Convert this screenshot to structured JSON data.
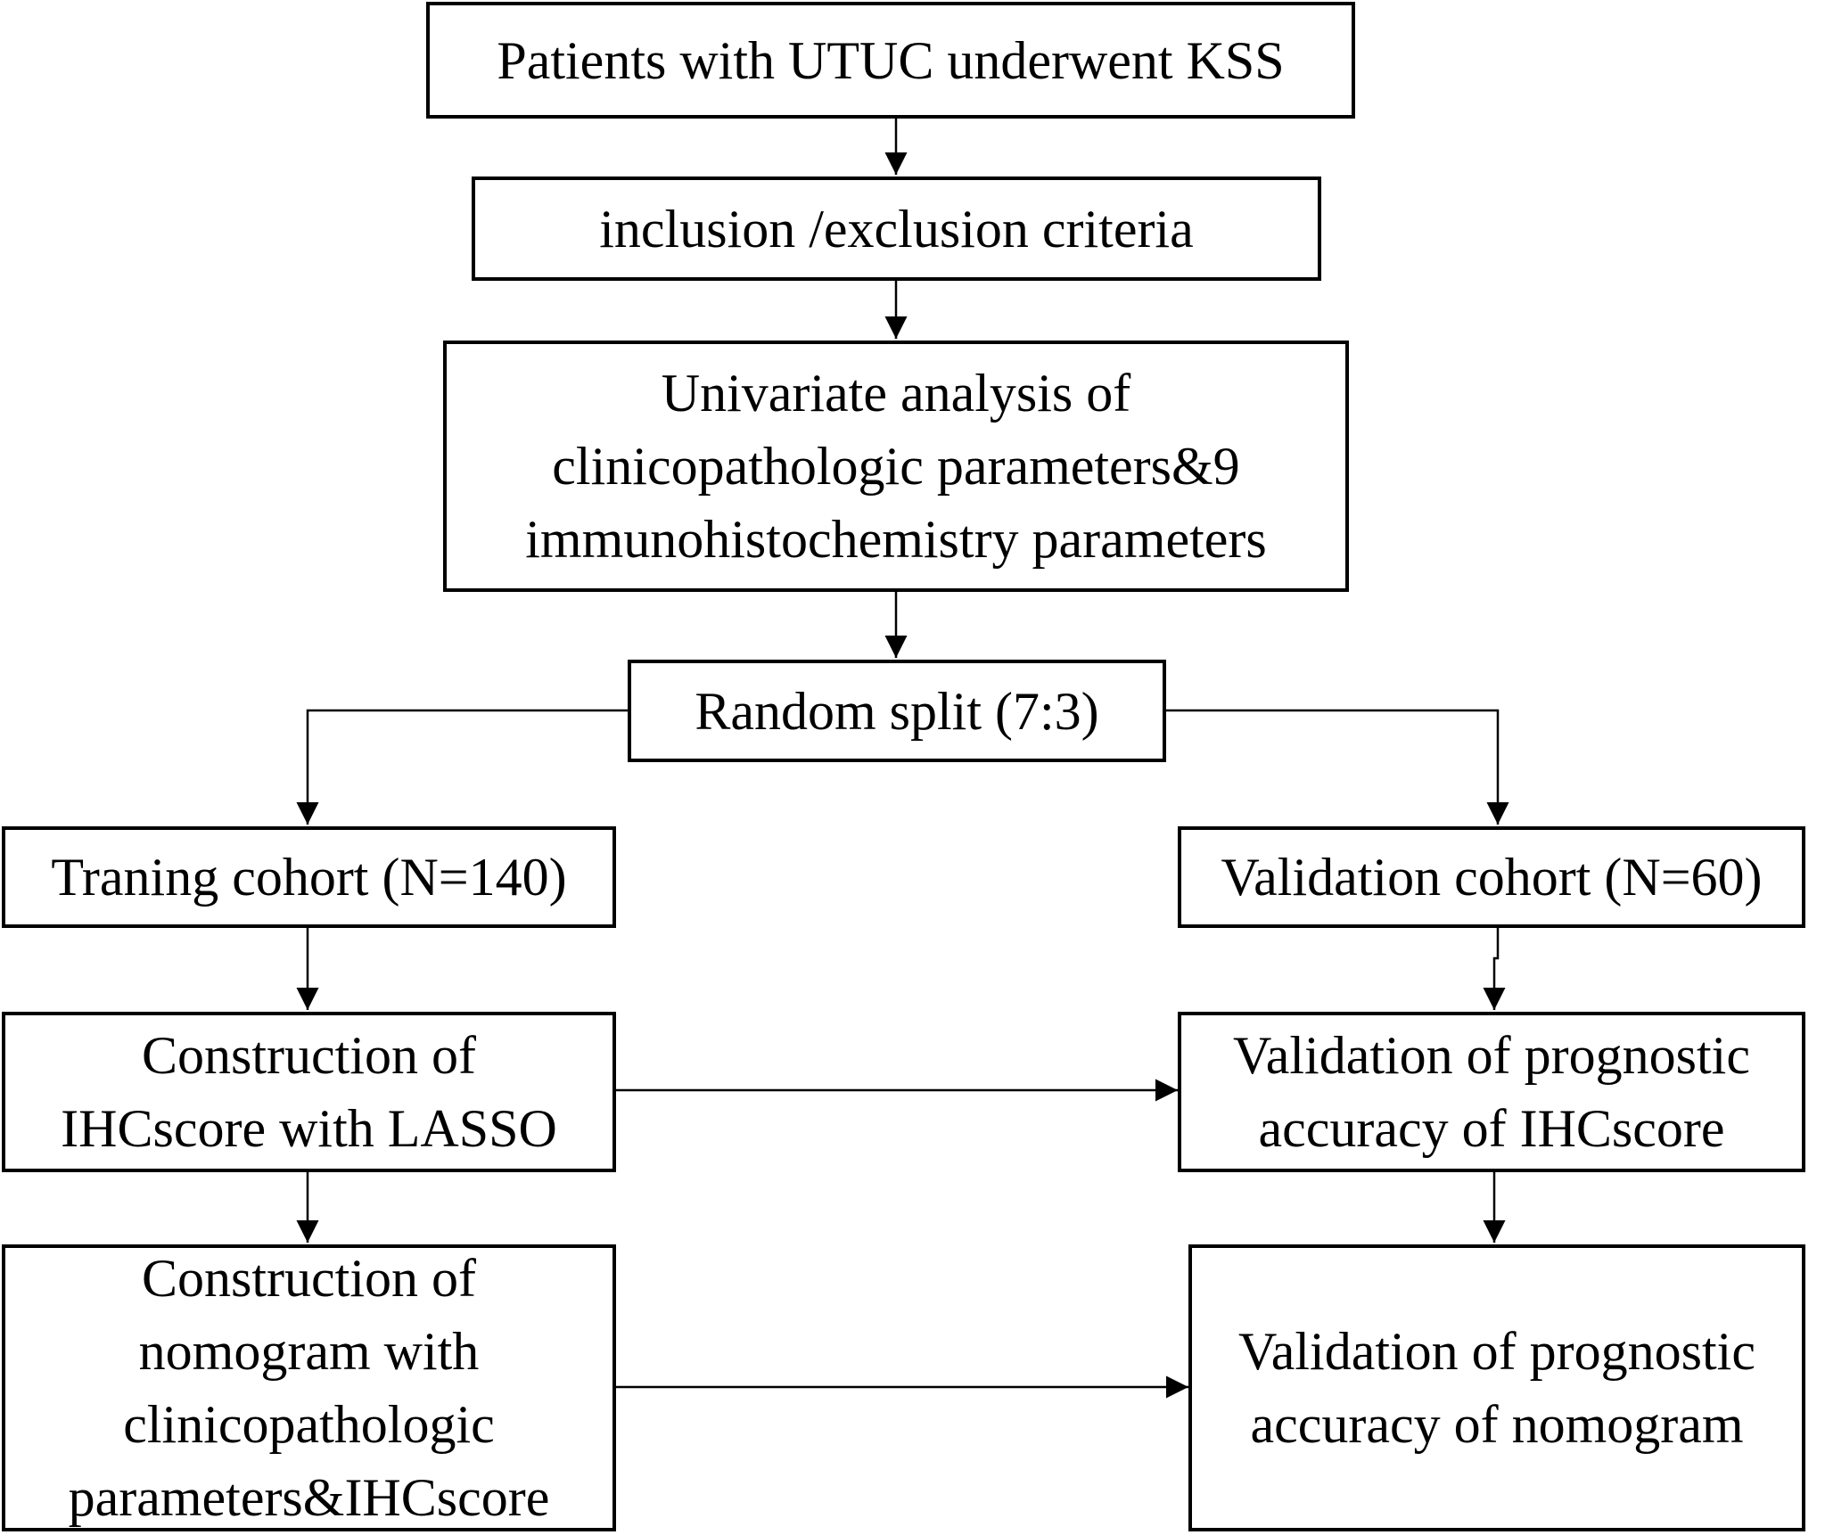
{
  "flowchart": {
    "boxes": {
      "patients": {
        "lines": [
          "Patients with UTUC underwent KSS"
        ]
      },
      "criteria": {
        "lines": [
          "inclusion /exclusion  criteria"
        ]
      },
      "univariate": {
        "lines": [
          "Univariate analysis of",
          "clinicopathologic parameters&9",
          "immunohistochemistry parameters"
        ]
      },
      "split": {
        "lines": [
          "Random split (7:3)"
        ]
      },
      "training": {
        "lines": [
          "Traning cohort (N=140)"
        ]
      },
      "validation": {
        "lines": [
          "Validation cohort (N=60)"
        ]
      },
      "ihc_construct": {
        "lines": [
          "Construction of",
          "IHCscore with LASSO"
        ]
      },
      "ihc_validate": {
        "lines": [
          "Validation of prognostic",
          "accuracy of IHCscore"
        ]
      },
      "nomo_construct": {
        "lines": [
          "Construction of",
          "nomogram with",
          "clinicopathologic",
          "parameters&IHCscore"
        ]
      },
      "nomo_validate": {
        "lines": [
          "Validation of prognostic",
          "accuracy of nomogram"
        ]
      }
    },
    "line_color": "#000000"
  }
}
